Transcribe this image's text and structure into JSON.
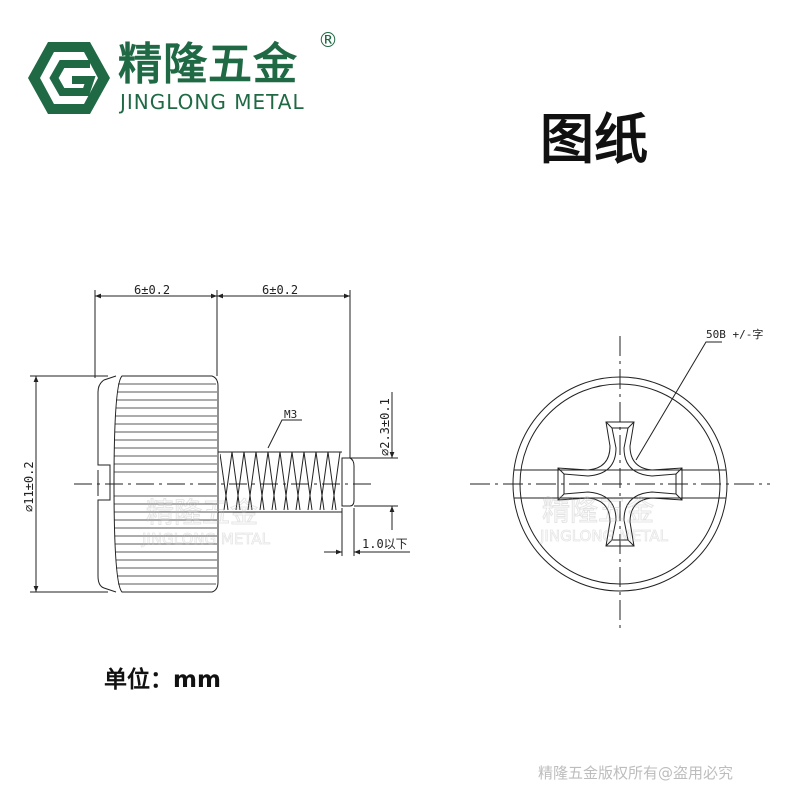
{
  "brand": {
    "name_cn": "精隆五金",
    "name_en": "JINGLONG METAL",
    "registered_mark": "®",
    "logo_letter": "G",
    "color": "#1f6a45"
  },
  "title": "图纸",
  "dimensions": {
    "head_length": "6±0.2",
    "thread_length": "6±0.2",
    "head_diameter": "⌀11±0.2",
    "tip_diameter": "⌀2.3±0.1",
    "thread_spec": "M3",
    "tip_length": "1.0以下"
  },
  "drive_note": "50B +/-字",
  "watermark": {
    "cn": "精隆五金",
    "en": "JINGLONG METAL"
  },
  "unit_label": "单位：mm",
  "copyright": "精隆五金版权所有@盗用必究"
}
